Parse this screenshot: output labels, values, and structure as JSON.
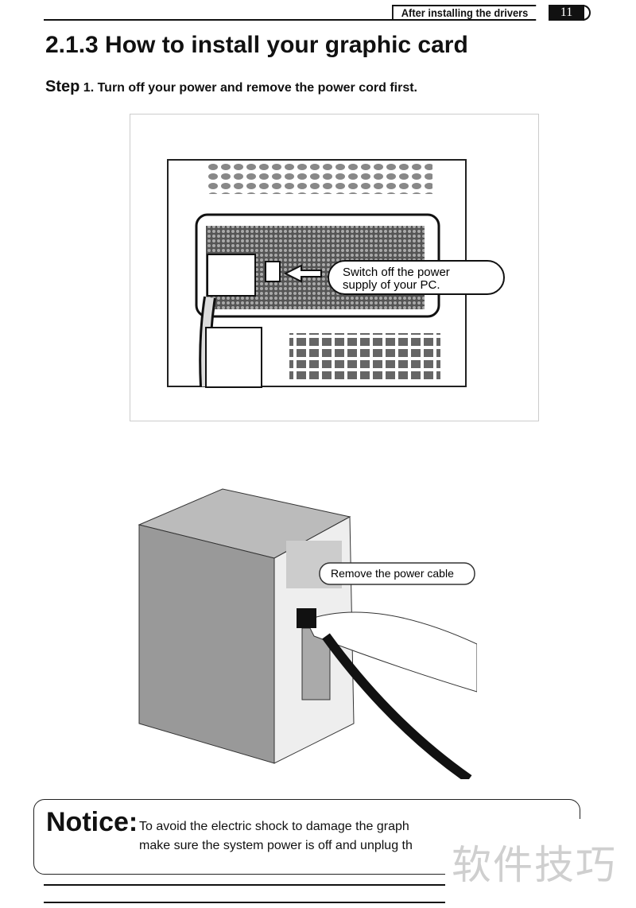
{
  "header": {
    "section": "After installing the drivers",
    "page_number": "11"
  },
  "title": "2.1.3 How to install your graphic card",
  "step": {
    "label": "Step",
    "number_text": "1. Turn off your power and remove the power cord first."
  },
  "figure1": {
    "callout_line1": "Switch off the power",
    "callout_line2": "supply of your PC."
  },
  "figure2": {
    "callout": "Remove the power cable"
  },
  "notice": {
    "label": "Notice:",
    "line1": "To avoid the electric shock to damage the graph",
    "line2": "make sure the system power is off and unplug th"
  },
  "watermark": "软件技巧"
}
